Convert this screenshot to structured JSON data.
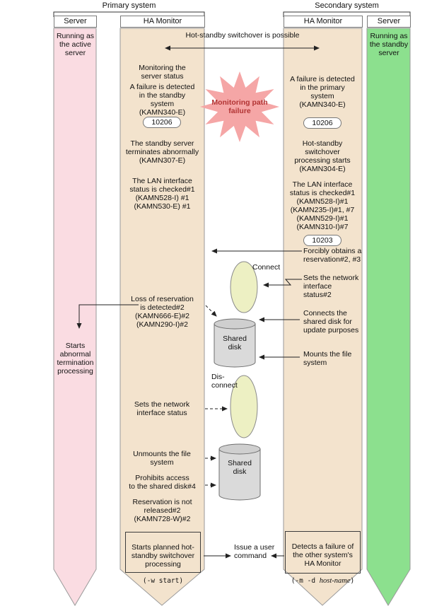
{
  "titles": {
    "primary": "Primary system",
    "secondary": "Secondary system"
  },
  "headers": {
    "server_left": "Server",
    "monitor_left": "HA Monitor",
    "monitor_right": "HA Monitor",
    "server_right": "Server"
  },
  "top": {
    "switchover": "Hot-standby switchover is possible"
  },
  "server_left": {
    "running": "Running as\nthe active\nserver",
    "abnormal": "Starts abnormal\ntermination\nprocessing"
  },
  "server_right": {
    "running": "Running as\nthe standby\nserver"
  },
  "monitor_left": {
    "monitoring": "Monitoring the\nserver status",
    "failure": "A failure is detected\nin the standby\nsystem\n(KAMN340-E)",
    "code1": "10206",
    "terminates": "The standby server\nterminates abnormally\n(KAMN307-E)",
    "lan_check": "The LAN interface\nstatus is checked#1\n(KAMN528-I) #1\n(KAMN530-E) #1",
    "loss": "Loss of reservation\nis detected#2\n(KAMN666-E)#2\n(KAMN290-I)#2",
    "sets_network": "Sets the network\ninterface status",
    "unmounts": "Unmounts the file\nsystem",
    "prohibits": "Prohibits access\nto the shared disk#4",
    "not_released": "Reservation is not\nreleased#2\n(KAMN728-W)#2",
    "planned_box": "Starts planned hot-\nstandby switchover\nprocessing",
    "planned_code": "(-w start)"
  },
  "monitor_right": {
    "failure": "A failure is detected\nin the primary\nsystem\n(KAMN340-E)",
    "code1": "10206",
    "switchover_starts": "Hot-standby\nswitchover\nprocessing starts\n(KAMN304-E)",
    "lan_check": "The LAN interface\nstatus is checked#1\n(KAMN528-I)#1\n(KAMN235-I)#1, #7\n(KAMN529-I)#1\n(KAMN310-I)#7",
    "code2": "10203",
    "forcibly": "Forcibly obtains a\nreservation#2, #3",
    "sets_network": "Sets the network\ninterface status#2",
    "connects": "Connects the\nshared disk for\nupdate purposes",
    "mounts": "Mounts the file\nsystem",
    "detects_box": "Detects a failure of\nthe other system's\nHA Monitor",
    "code_pre": "(-m -d ",
    "code_italic": "host-name",
    "code_post": ")"
  },
  "middle": {
    "path_failure": "Monitoring path\nfailure",
    "connect": "Connect",
    "disconnect": "Dis-\nconnect",
    "disk1": "Shared\ndisk",
    "disk2": "Shared\ndisk",
    "user_command": "Issue a user\ncommand"
  },
  "colors": {
    "server_left": "#fadce2",
    "monitor": "#f3e3cd",
    "server_right": "#8ce08e",
    "star": "#f5a6a6",
    "ellipse": "#edf0c3",
    "disk": "#dadada",
    "disk_top": "#cfcfcf"
  }
}
